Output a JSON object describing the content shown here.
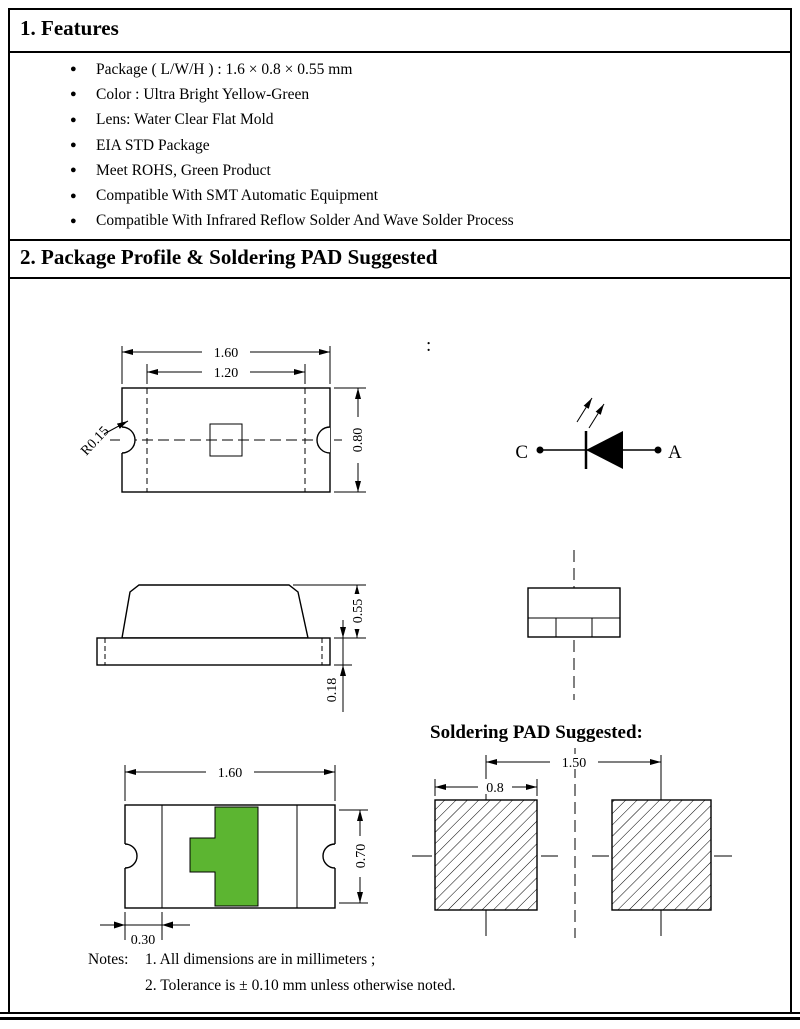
{
  "page": {
    "section1_title": "1. Features",
    "features": [
      "Package ( L/W/H ) : 1.6 × 0.8 × 0.55 mm",
      "Color : Ultra Bright Yellow-Green",
      "Lens: Water Clear Flat Mold",
      "EIA STD Package",
      "Meet ROHS, Green Product",
      "Compatible With SMT Automatic Equipment",
      "Compatible With Infrared Reflow Solder And Wave Solder Process"
    ],
    "section2_title": "2. Package Profile & Soldering PAD Suggested",
    "stray_colon": ":",
    "drawing": {
      "dims": {
        "top_outer_length": "1.60",
        "top_inner_length": "1.20",
        "top_width": "0.80",
        "top_radius": "R0.15",
        "side_body_height": "0.55",
        "side_base_height": "0.18",
        "bottom_length": "1.60",
        "bottom_width": "0.70",
        "bottom_end_cap": "0.30",
        "pad_pitch": "1.50",
        "pad_width": "0.8"
      },
      "schematic": {
        "cathode_label": "C",
        "anode_label": "A"
      },
      "pad_section_title": "Soldering PAD Suggested:"
    },
    "colors": {
      "green_pad": "#5cb531",
      "line": "#000000"
    },
    "notes": {
      "label": "Notes:",
      "line1": "1. All dimensions are in millimeters ;",
      "line2": "2. Tolerance is ± 0.10 mm unless otherwise noted."
    }
  }
}
